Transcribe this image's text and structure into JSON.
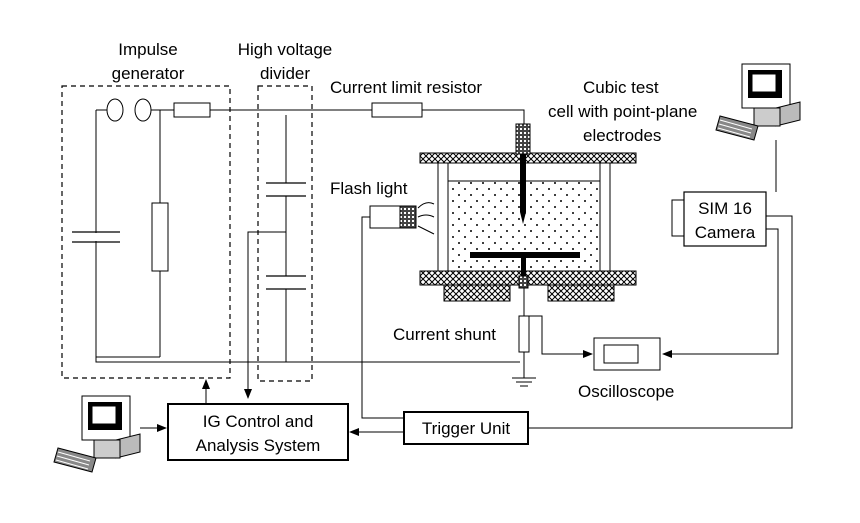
{
  "labels": {
    "impulse_line1": "Impulse",
    "impulse_line2": "generator",
    "hv_line1": "High voltage",
    "hv_line2": "divider",
    "current_limit": "Current limit resistor",
    "cell_line1": "Cubic test",
    "cell_line2": "cell with point-plane",
    "cell_line3": "electrodes",
    "flash": "Flash light",
    "current_shunt": "Current shunt",
    "oscilloscope": "Oscilloscope",
    "sim_line1": "SIM 16",
    "sim_line2": "Camera",
    "ig_line1": "IG Control and",
    "ig_line2": "Analysis System",
    "trigger": "Trigger Unit"
  },
  "icons": [
    "computer-icon-left",
    "computer-icon-right"
  ],
  "colors": {
    "line": "#000000",
    "background": "#ffffff"
  }
}
